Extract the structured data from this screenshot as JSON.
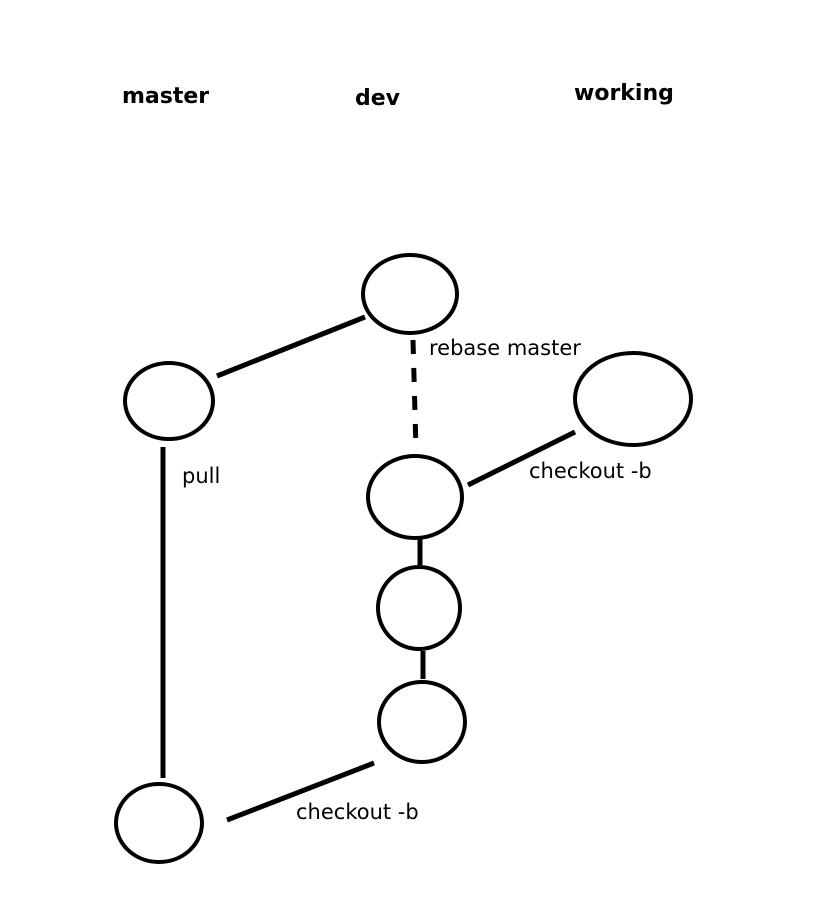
{
  "columns": {
    "master": "master",
    "dev": "dev",
    "working": "working"
  },
  "edges": {
    "pull": "pull",
    "rebase": "rebase master",
    "checkout_working": "checkout -b",
    "checkout_dev": "checkout -b"
  },
  "colors": {
    "stroke": "#000000",
    "background": "#ffffff"
  }
}
